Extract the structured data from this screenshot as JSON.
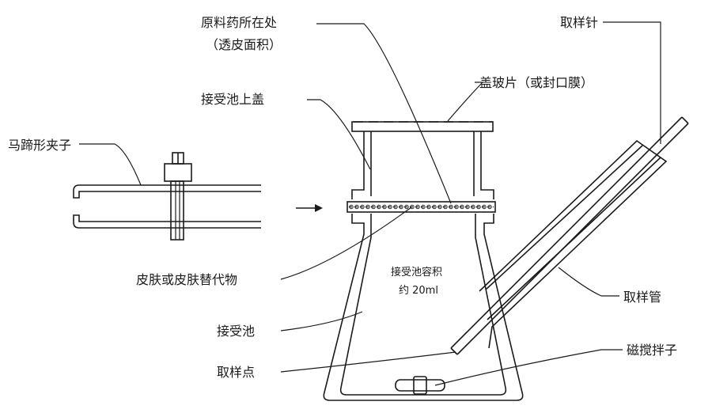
{
  "labels": {
    "raw_drug_site_line1": "原料药所在处",
    "raw_drug_site_line2": "（透皮面积）",
    "sampling_needle": "取样针",
    "cover_slip": "盖玻片（或封口膜）",
    "cell_cap": "接受池上盖",
    "horseshoe_clamp": "马蹄形夹子",
    "skin": "皮肤或皮肤替代物",
    "sampling_tube": "取样管",
    "receptor_cell": "接受池",
    "sampling_point": "取样点",
    "stir_bar": "磁搅拌子",
    "volume_line1": "接受池容积",
    "volume_line2": "约 20ml"
  }
}
